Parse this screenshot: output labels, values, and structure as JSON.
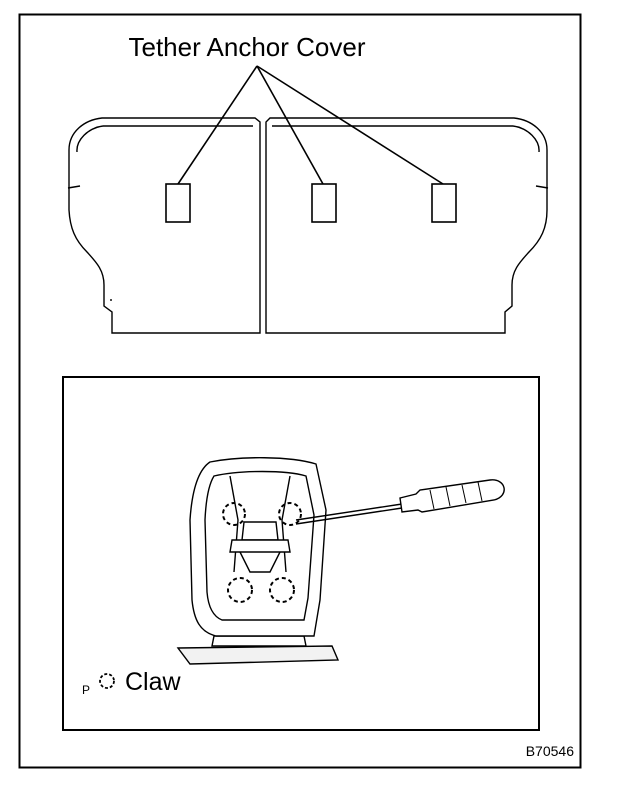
{
  "diagram": {
    "callout_label": "Tether Anchor Cover",
    "legend": {
      "symbol_letter": "P",
      "label": "Claw"
    },
    "figure_code": "B70546"
  }
}
